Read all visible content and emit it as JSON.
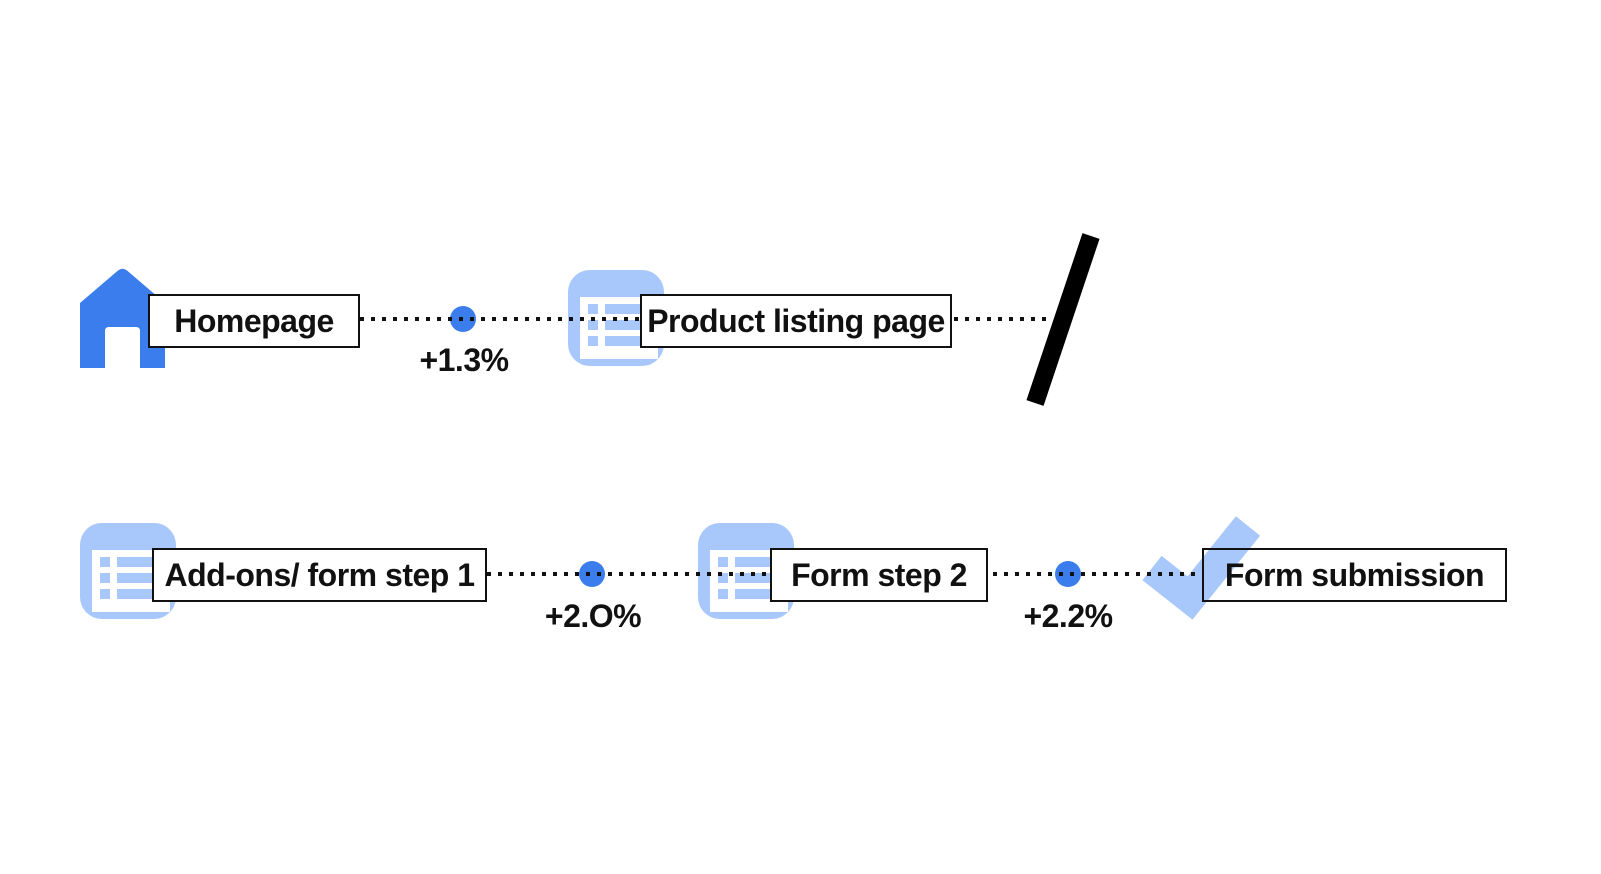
{
  "diagram": {
    "type": "user-flow-funnel",
    "rows": [
      {
        "nodes": [
          {
            "label": "Homepage",
            "icon": "home-icon"
          },
          {
            "label": "Product listing page",
            "icon": "list-icon"
          }
        ],
        "transitions": [
          {
            "delta": "+1.3%"
          }
        ],
        "end_marker": "break-slash"
      },
      {
        "nodes": [
          {
            "label": "Add-ons/ form step 1",
            "icon": "list-icon"
          },
          {
            "label": "Form step 2",
            "icon": "list-icon"
          },
          {
            "label": "Form submission",
            "icon": "check-icon"
          }
        ],
        "transitions": [
          {
            "delta": "+2.O%"
          },
          {
            "delta": "+2.2%"
          }
        ]
      }
    ]
  },
  "colors": {
    "accent_blue": "#3B7DED",
    "light_blue": "#A8C7FA",
    "ink": "#111111",
    "background": "#FFFFFF"
  }
}
